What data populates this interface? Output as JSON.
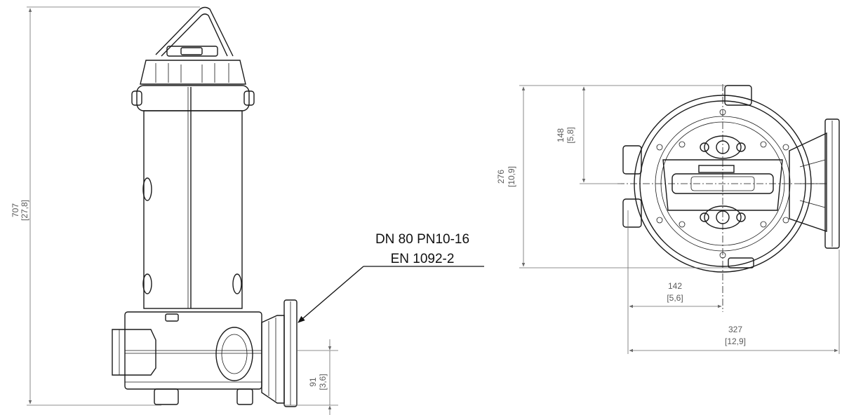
{
  "callout": {
    "line1": "DN 80 PN10-16",
    "line2": "EN 1092-2"
  },
  "dimensions": {
    "overall_height": {
      "mm": "707",
      "inch": "[27,8]"
    },
    "outlet_height": {
      "mm": "91",
      "inch": "[3,6]"
    },
    "top_width": {
      "mm": "276",
      "inch": "[10,9]"
    },
    "top_half": {
      "mm": "148",
      "inch": "[5,8]"
    },
    "outlet_offset": {
      "mm": "142",
      "inch": "[5,6]"
    },
    "overall_width": {
      "mm": "327",
      "inch": "[12,9]"
    }
  }
}
